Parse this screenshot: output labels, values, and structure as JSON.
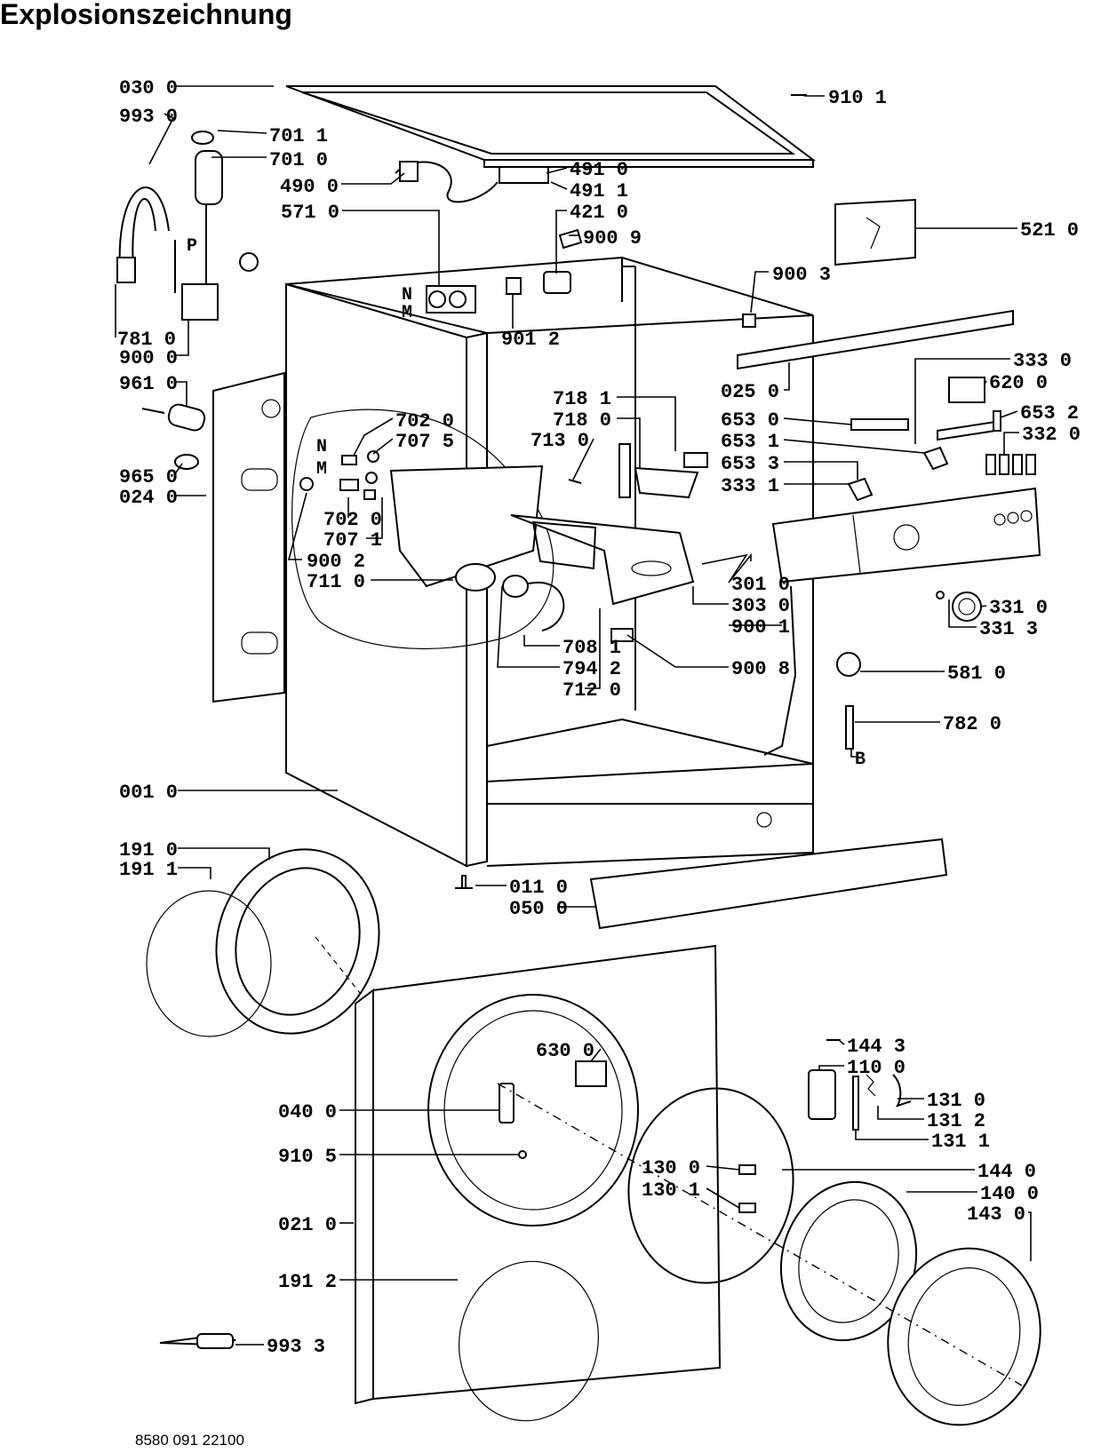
{
  "title": "Explosionszeichnung",
  "doc_number": "8580 091 22100",
  "markers": {
    "n": "N",
    "m": "M",
    "p": "P",
    "b": "B"
  },
  "labels": [
    "030 0",
    "993 0",
    "701 1",
    "701 0",
    "490 0",
    "491 0",
    "491 1",
    "910 1",
    "571 0",
    "421 0",
    "900 9",
    "521 0",
    "900 3",
    "901 2",
    "781 0",
    "900 0",
    "025 0",
    "333 0",
    "620 0",
    "961 0",
    "718 1",
    "702 0",
    "707 5",
    "718 0",
    "713 0",
    "653 0",
    "653 2",
    "653 1",
    "332 0",
    "653 3",
    "333 1",
    "965 0",
    "024 0",
    "702 0",
    "707 1",
    "900 2",
    "711 0",
    "301 0",
    "303 0",
    "900 1",
    "331 0",
    "331 3",
    "708 1",
    "794 2",
    "712 0",
    "900 8",
    "581 0",
    "782 0",
    "001 0",
    "191 0",
    "191 1",
    "011 0",
    "050 0",
    "630 0",
    "144 3",
    "110 0",
    "040 0",
    "131 0",
    "131 2",
    "131 1",
    "910 5",
    "130 0",
    "130 1",
    "144 0",
    "140 0",
    "143 0",
    "021 0",
    "191 2",
    "993 3"
  ]
}
